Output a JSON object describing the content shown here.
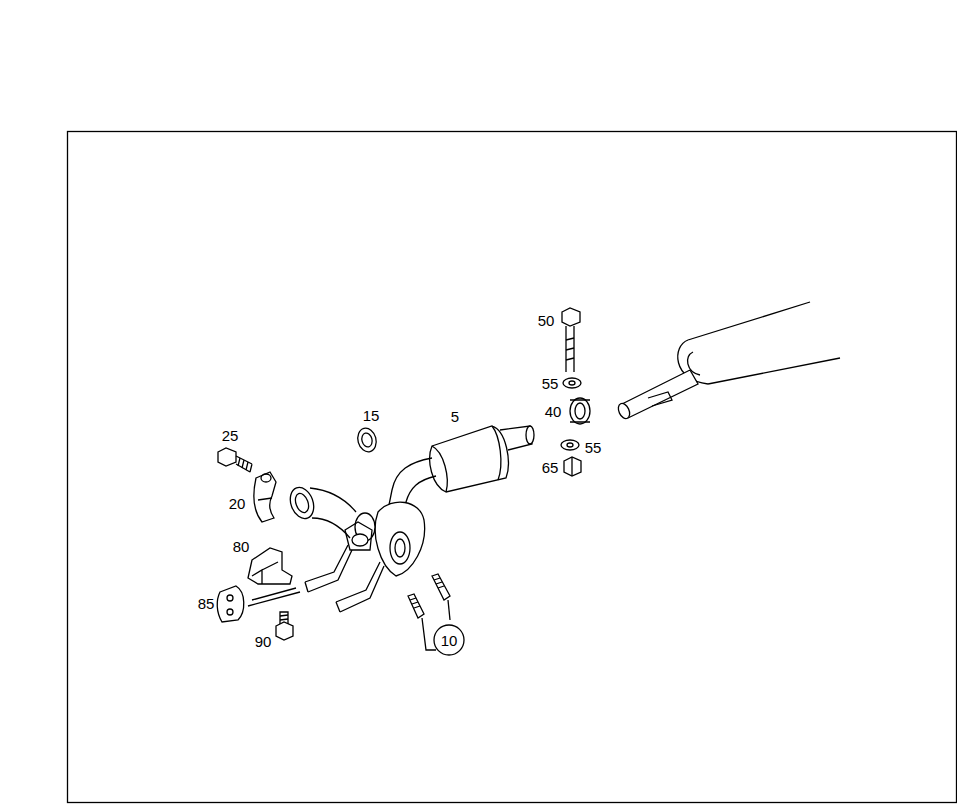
{
  "diagram": {
    "nodes": [
      {
        "text": [
          "10"
        ]
      }
    ],
    "labels": [
      "50",
      "55",
      "40",
      "55",
      "65",
      "15",
      "5",
      "25",
      "20",
      "80",
      "85",
      "90"
    ]
  }
}
